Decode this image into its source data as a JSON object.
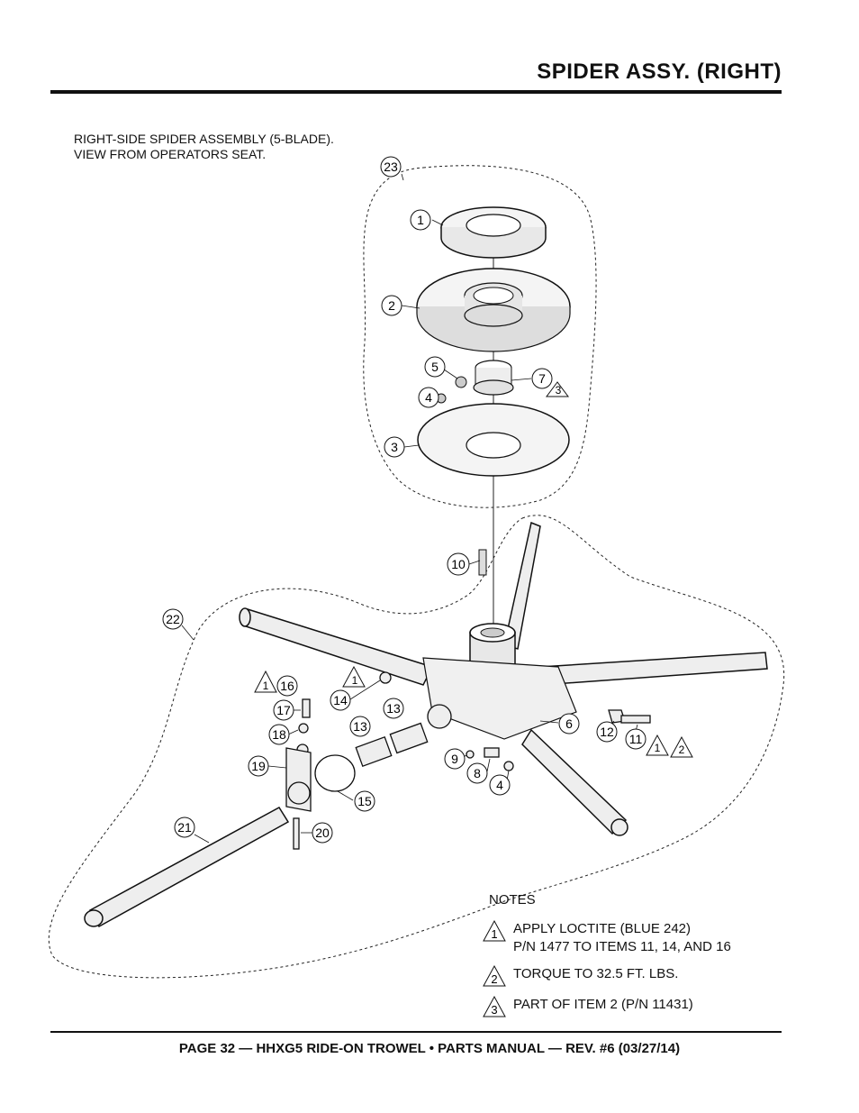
{
  "header": {
    "title": "SPIDER ASSY. (RIGHT)"
  },
  "caption": {
    "line1": "RIGHT-SIDE SPIDER ASSEMBLY (5-BLADE).",
    "line2": "VIEW FROM OPERATORS SEAT."
  },
  "callouts": [
    "23",
    "1",
    "2",
    "5",
    "7",
    "3",
    "4",
    "3",
    "10",
    "22",
    "16",
    "1",
    "17",
    "14",
    "1",
    "13",
    "13",
    "18",
    "19",
    "15",
    "21",
    "20",
    "9",
    "8",
    "4",
    "6",
    "12",
    "11",
    "1",
    "2"
  ],
  "notes": {
    "heading": "NOTES",
    "items": [
      {
        "marker": "1",
        "line1": "APPLY LOCTITE (BLUE 242)",
        "line2": "P/N 1477 TO ITEMS 11, 14, AND 16"
      },
      {
        "marker": "2",
        "line1": "TORQUE TO 32.5 FT. LBS.",
        "line2": ""
      },
      {
        "marker": "3",
        "line1": "PART OF ITEM 2 (P/N 11431)",
        "line2": ""
      }
    ]
  },
  "footer": {
    "text": "PAGE 32 — HHXG5 RIDE-ON TROWEL • PARTS MANUAL — REV. #6 (03/27/14)"
  }
}
